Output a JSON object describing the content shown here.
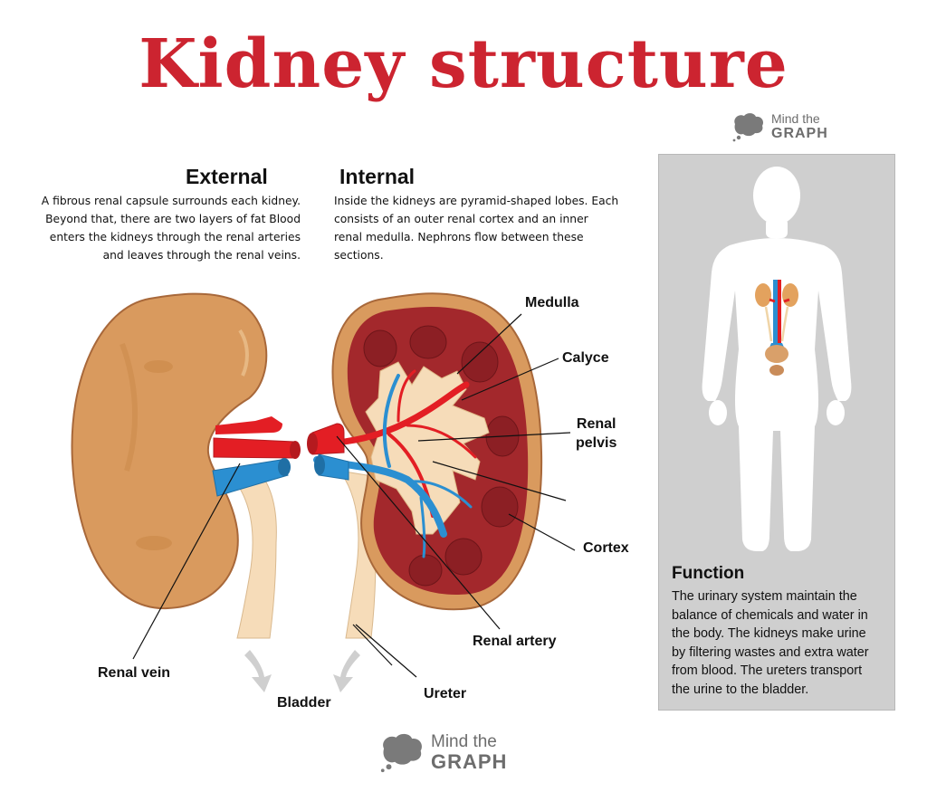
{
  "title": "Kidney structure",
  "external": {
    "heading": "External",
    "lines": [
      "A fibrous renal capsule surrounds each kidney.",
      "Beyond that, there are two layers of fat  Blood",
      "enters the kidneys through the renal arteries",
      "and leaves through the renal veins."
    ]
  },
  "internal": {
    "heading": "Internal",
    "lines": [
      "Inside the kidneys are pyramid-shaped lobes. Each",
      "consists of an outer renal cortex and an inner",
      "renal medulla. Nephrons flow between these",
      "sections."
    ]
  },
  "labels": {
    "medulla": "Medulla",
    "calyce": "Calyce",
    "renal_pelvis_line1": "Renal",
    "renal_pelvis_line2": "pelvis",
    "cortex": "Cortex",
    "renal_artery": "Renal artery",
    "ureter": "Ureter",
    "bladder": "Bladder",
    "renal_vein": "Renal vein"
  },
  "function_panel": {
    "title": "Function",
    "lines": [
      "The urinary system maintain the",
      "balance of chemicals and water in",
      "the body. The kidneys make urine",
      "by filtering wastes and extra water",
      "from blood. The ureters transport",
      "the urine to the bladder."
    ]
  },
  "logo": {
    "line1": "Mind the",
    "line2": "GRAPH"
  },
  "colors": {
    "title": "#cc2430",
    "kidney_outer": "#d99a5e",
    "kidney_cortex": "#a3282c",
    "artery": "#e31e24",
    "vein": "#2b8fd1",
    "pelvis": "#f6dcb9",
    "panel": "#cfcfcf"
  }
}
